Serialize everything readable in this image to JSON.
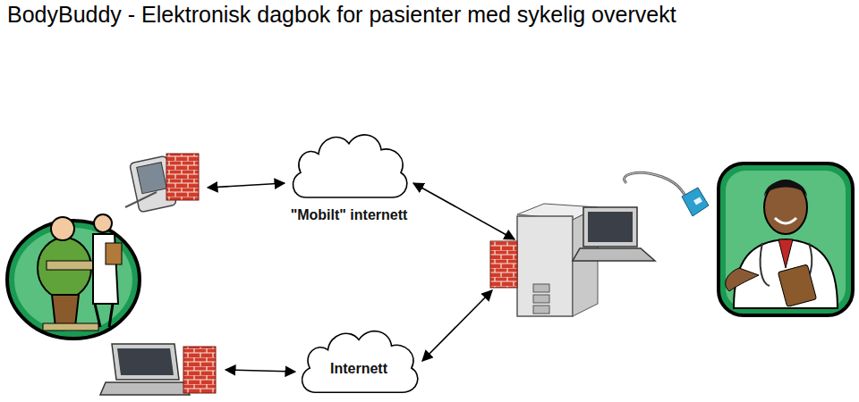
{
  "diagram": {
    "title": "BodyBuddy - Elektronisk dagbok for pasienter med sykelig overvekt",
    "nodes": [
      {
        "text": [
          "\"Mobilt\" internett"
        ]
      },
      {
        "text": [
          "Internett"
        ]
      }
    ]
  }
}
